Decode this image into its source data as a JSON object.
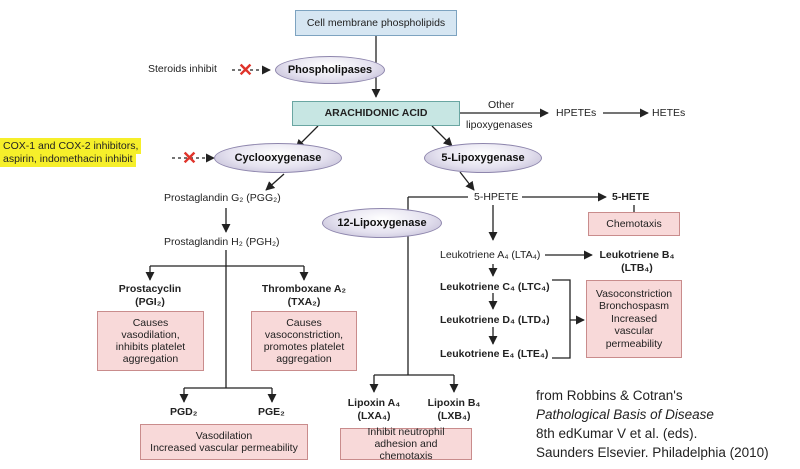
{
  "nodes": {
    "cell_membrane": "Cell membrane phospholipids",
    "phospholipases": "Phospholipases",
    "arachidonic_acid": "ARACHIDONIC ACID",
    "cyclooxygenase": "Cyclooxygenase",
    "five_lipoxygenase": "5-Lipoxygenase",
    "twelve_lipoxygenase": "12-Lipoxygenase",
    "other_lipoxygenases_1": "Other",
    "other_lipoxygenases_2": "lipoxygenases",
    "hpetes": "HPETEs",
    "hetes": "HETEs",
    "five_hpete": "5-HPETE",
    "five_hete": "5-HETE",
    "chemotaxis": "Chemotaxis",
    "pgg2": "Prostaglandin G₂ (PGG₂)",
    "pgh2": "Prostaglandin H₂ (PGH₂)",
    "prostacyclin_1": "Prostacyclin",
    "prostacyclin_2": "(PGI₂)",
    "prostacyclin_effect": "Causes vasodilation, inhibits platelet aggregation",
    "thromboxane_1": "Thromboxane A₂",
    "thromboxane_2": "(TXA₂)",
    "thromboxane_effect": "Causes vasoconstriction, promotes platelet aggregation",
    "pgd2": "PGD₂",
    "pge2": "PGE₂",
    "pg_effect_1": "Vasodilation",
    "pg_effect_2": "Increased vascular permeability",
    "lta4": "Leukotriene A₄ (LTA₄)",
    "ltb4_1": "Leukotriene B₄",
    "ltb4_2": "(LTB₄)",
    "ltc4": "Leukotriene C₄ (LTC₄)",
    "ltd4": "Leukotriene D₄ (LTD₄)",
    "lte4": "Leukotriene E₄ (LTE₄)",
    "lt_effect_1": "Vasoconstriction",
    "lt_effect_2": "Bronchospasm",
    "lt_effect_3": "Increased",
    "lt_effect_4": "vascular",
    "lt_effect_5": "permeability",
    "lxa4_1": "Lipoxin A₄",
    "lxa4_2": "(LXA₄)",
    "lxb4_1": "Lipoxin B₄",
    "lxb4_2": "(LXB₄)",
    "lipoxin_effect": "Inhibit neutrophil adhesion and chemotaxis"
  },
  "inhibitors": {
    "steroids": "Steroids inhibit",
    "cox_line1": "COX-1 and COX-2 inhibitors,",
    "cox_line2": "aspirin, indomethacin inhibit",
    "highlight_color": "#f6ef2a",
    "x_color": "#e0342b"
  },
  "citation": {
    "line1": "from Robbins & Cotran's",
    "line2": "Pathological Basis of Disease",
    "line3": "8th edKumar V et al. (eds).",
    "line4": "Saunders Elsevier.  Philadelphia (2010)"
  },
  "colors": {
    "blue_box": "#d6e6f2",
    "teal_box": "#c7e6e3",
    "pink_box": "#f8d9d9",
    "enzyme": "#e4e1ef"
  }
}
